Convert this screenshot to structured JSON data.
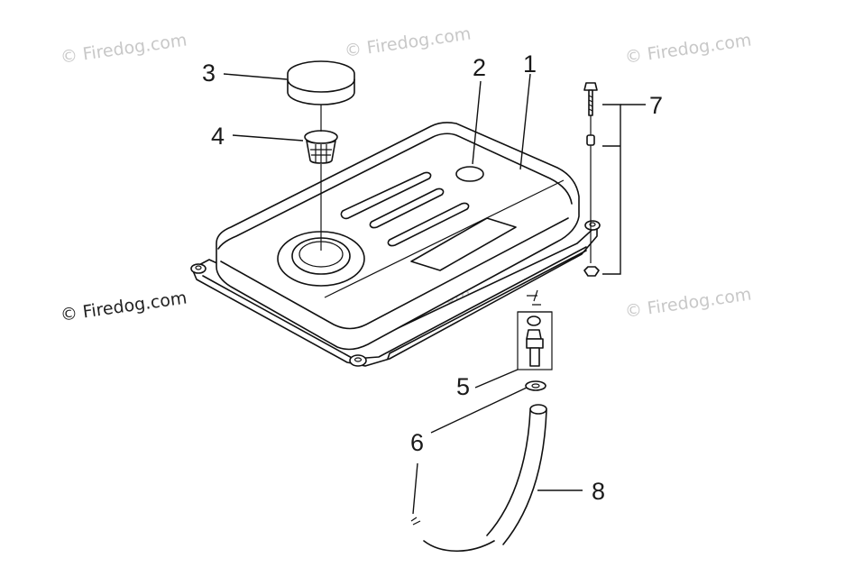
{
  "watermark": "© Firedog.com",
  "callouts": {
    "c1": "1",
    "c2": "2",
    "c3": "3",
    "c4": "4",
    "c5": "5",
    "c6": "6",
    "c7": "7",
    "c8": "8"
  },
  "colors": {
    "line": "#111111",
    "watermark_light": "#c8c8c8",
    "watermark_dark": "#222222",
    "background": "#ffffff"
  }
}
